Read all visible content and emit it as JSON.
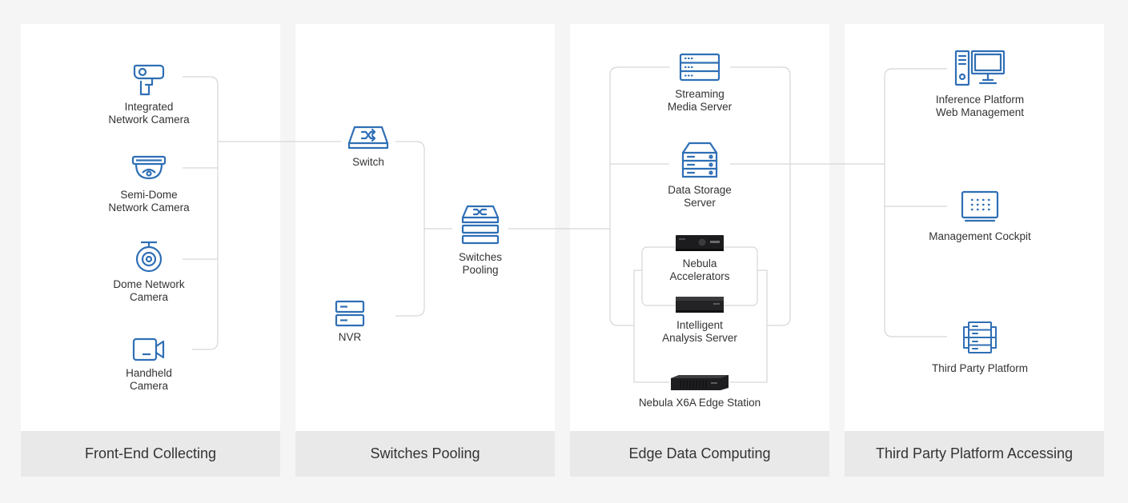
{
  "colors": {
    "accent": "#2f6fb5",
    "line": "#d6d6d6",
    "panel": "#ffffff",
    "footer": "#e9e9e9",
    "background": "#f5f5f5"
  },
  "sections": [
    {
      "footer": "Front-End Collecting"
    },
    {
      "footer": "Switches Pooling"
    },
    {
      "footer": "Edge Data Computing"
    },
    {
      "footer": "Third Party Platform Accessing"
    }
  ],
  "front_end": {
    "integrated_camera": {
      "icon": "bullet-camera-icon",
      "line1": "Integrated",
      "line2": "Network Camera"
    },
    "semi_dome_camera": {
      "icon": "semi-dome-camera-icon",
      "line1": "Semi-Dome",
      "line2": "Network Camera"
    },
    "dome_camera": {
      "icon": "dome-camera-icon",
      "line1": "Dome Network",
      "line2": "Camera"
    },
    "handheld_camera": {
      "icon": "handheld-camera-icon",
      "line1": "Handheld",
      "line2": "Camera"
    }
  },
  "switches": {
    "switch": {
      "icon": "switch-icon",
      "label": "Switch"
    },
    "nvr": {
      "icon": "nvr-icon",
      "label": "NVR"
    },
    "pooling": {
      "icon": "switches-pooling-icon",
      "line1": "Switches",
      "line2": "Pooling"
    }
  },
  "edge": {
    "streaming": {
      "icon": "streaming-server-icon",
      "line1": "Streaming",
      "line2": "Media Server"
    },
    "storage": {
      "icon": "storage-server-icon",
      "line1": "Data Storage",
      "line2": "Server"
    },
    "accelerators": {
      "line1": "Nebula",
      "line2": "Accelerators"
    },
    "analysis": {
      "line1": "Intelligent",
      "line2": "Analysis Server"
    },
    "x6a": {
      "label": "Nebula X6A Edge Station"
    }
  },
  "third_party": {
    "inference": {
      "icon": "desktop-computer-icon",
      "line1": "Inference Platform",
      "line2": "Web Management"
    },
    "cockpit": {
      "icon": "management-cockpit-icon",
      "label": "Management Cockpit"
    },
    "platform": {
      "icon": "third-party-platform-icon",
      "label": "Third Party Platform"
    }
  }
}
